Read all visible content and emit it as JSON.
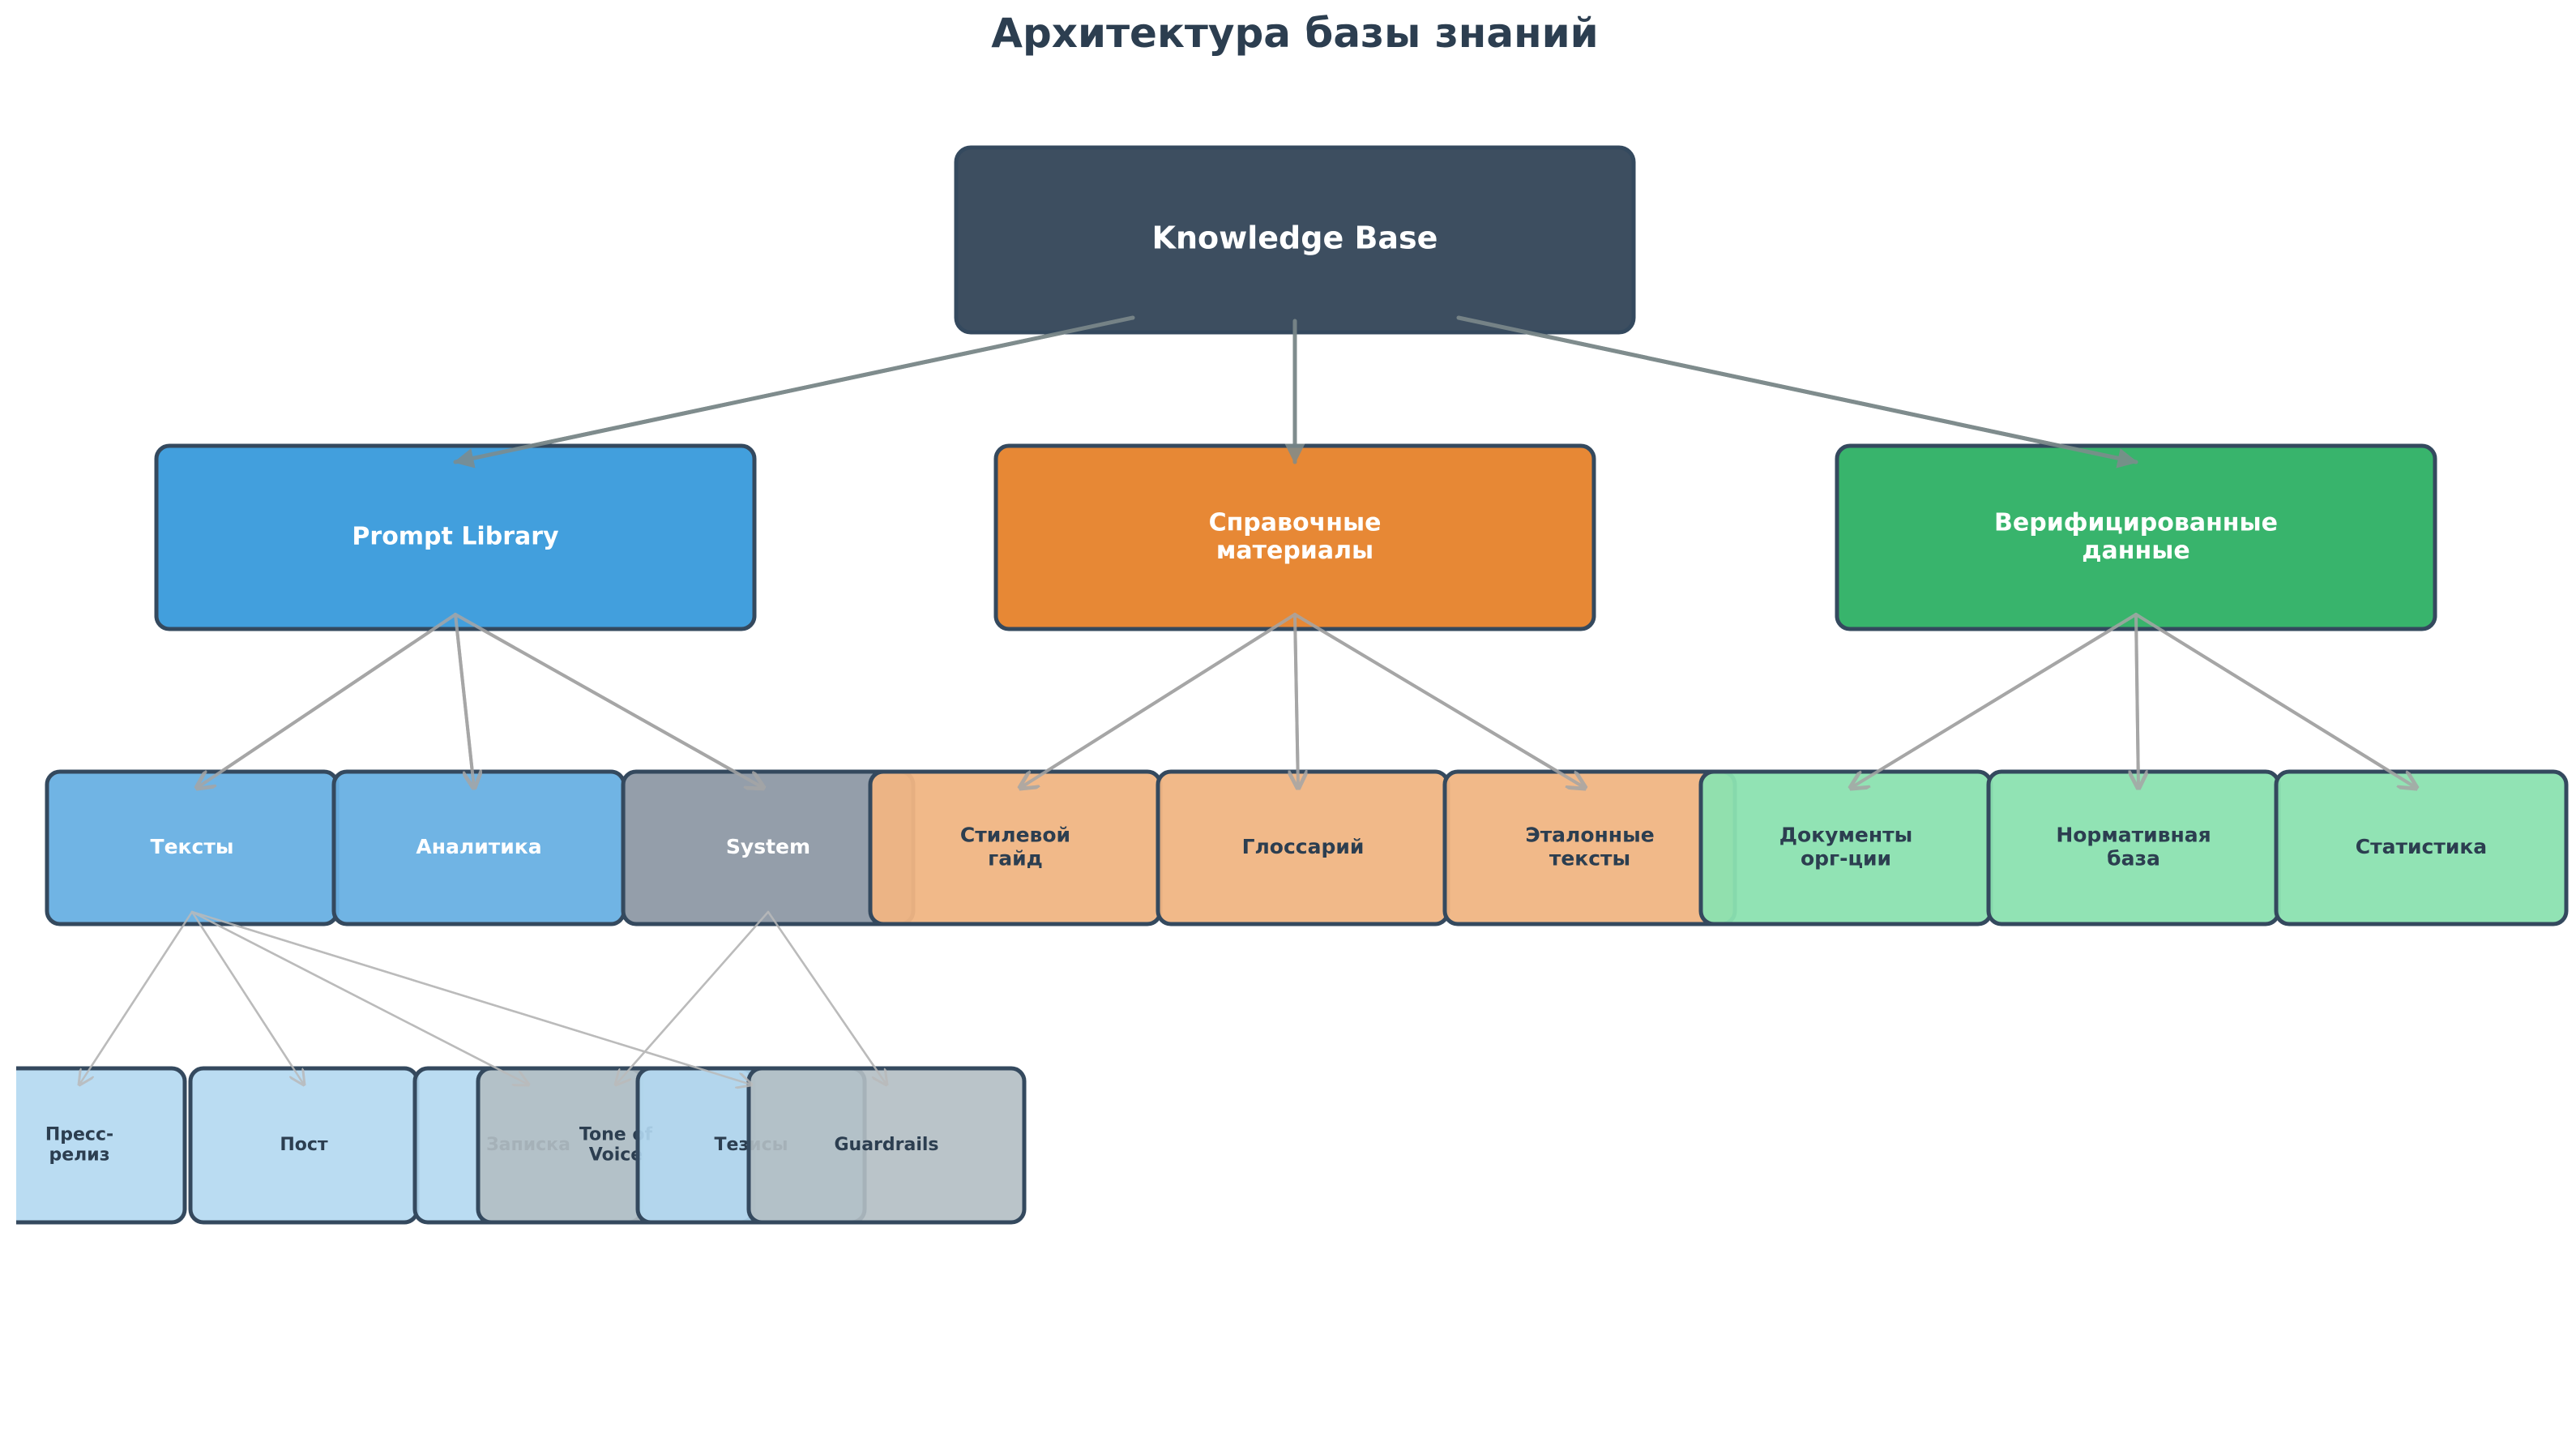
{
  "title": "Архитектура базы знаний",
  "colors": {
    "title": "#2c3e50",
    "border": "#34495e",
    "edge_main": "#7f8c8d",
    "edge_sub": "#a6a6a6",
    "edge_leaf": "#bbbbbb"
  },
  "root": {
    "id": "kb",
    "label": [
      "Knowledge Base"
    ],
    "fill": "#3d4e60",
    "text_color": "#ffffff"
  },
  "categories": [
    {
      "id": "prompt-library",
      "label": [
        "Prompt Library"
      ],
      "fill": "#429fdd",
      "text_color": "#ffffff",
      "children": [
        {
          "id": "texts",
          "label": [
            "Тексты"
          ],
          "fill": "#68b0e3",
          "text_color": "#ffffff",
          "children": [
            {
              "id": "press-release",
              "label": [
                "Пресс-",
                "релиз"
              ],
              "fill": "#b3d8f1"
            },
            {
              "id": "post",
              "label": [
                "Пост"
              ],
              "fill": "#b3d8f1"
            },
            {
              "id": "memo",
              "label": [
                "Записка"
              ],
              "fill": "#b3d8f1"
            },
            {
              "id": "theses",
              "label": [
                "Тезисы"
              ],
              "fill": "#b3d8f1"
            }
          ]
        },
        {
          "id": "analytics",
          "label": [
            "Аналитика"
          ],
          "fill": "#68b0e3",
          "text_color": "#ffffff",
          "children": []
        },
        {
          "id": "system",
          "label": [
            "System"
          ],
          "fill": "#8e99a5",
          "text_color": "#ffffff",
          "children": [
            {
              "id": "tone-of-voice",
              "label": [
                "Tone of",
                "Voice"
              ],
              "fill": "#b2bec3"
            },
            {
              "id": "guardrails",
              "label": [
                "Guardrails"
              ],
              "fill": "#b2bec3"
            }
          ]
        }
      ]
    },
    {
      "id": "reference",
      "label": [
        "Справочные",
        "материалы"
      ],
      "fill": "#e78835",
      "text_color": "#ffffff",
      "children": [
        {
          "id": "style-guide",
          "label": [
            "Стилевой",
            "гайд"
          ],
          "fill": "#f0b583",
          "text_color": "#2c3e50",
          "children": []
        },
        {
          "id": "glossary",
          "label": [
            "Глоссарий"
          ],
          "fill": "#f0b583",
          "text_color": "#2c3e50",
          "children": []
        },
        {
          "id": "reference-texts",
          "label": [
            "Эталонные",
            "тексты"
          ],
          "fill": "#f0b583",
          "text_color": "#2c3e50",
          "children": []
        }
      ]
    },
    {
      "id": "verified",
      "label": [
        "Верифицированные",
        "данные"
      ],
      "fill": "#38b46c",
      "text_color": "#ffffff",
      "children": [
        {
          "id": "org-docs",
          "label": [
            "Документы",
            "орг-ции"
          ],
          "fill": "#8be2b0",
          "text_color": "#2c3e50",
          "children": []
        },
        {
          "id": "regulatory",
          "label": [
            "Нормативная",
            "база"
          ],
          "fill": "#8be2b0",
          "text_color": "#2c3e50",
          "children": []
        },
        {
          "id": "statistics",
          "label": [
            "Статистика"
          ],
          "fill": "#8be2b0",
          "text_color": "#2c3e50",
          "children": []
        }
      ]
    }
  ]
}
